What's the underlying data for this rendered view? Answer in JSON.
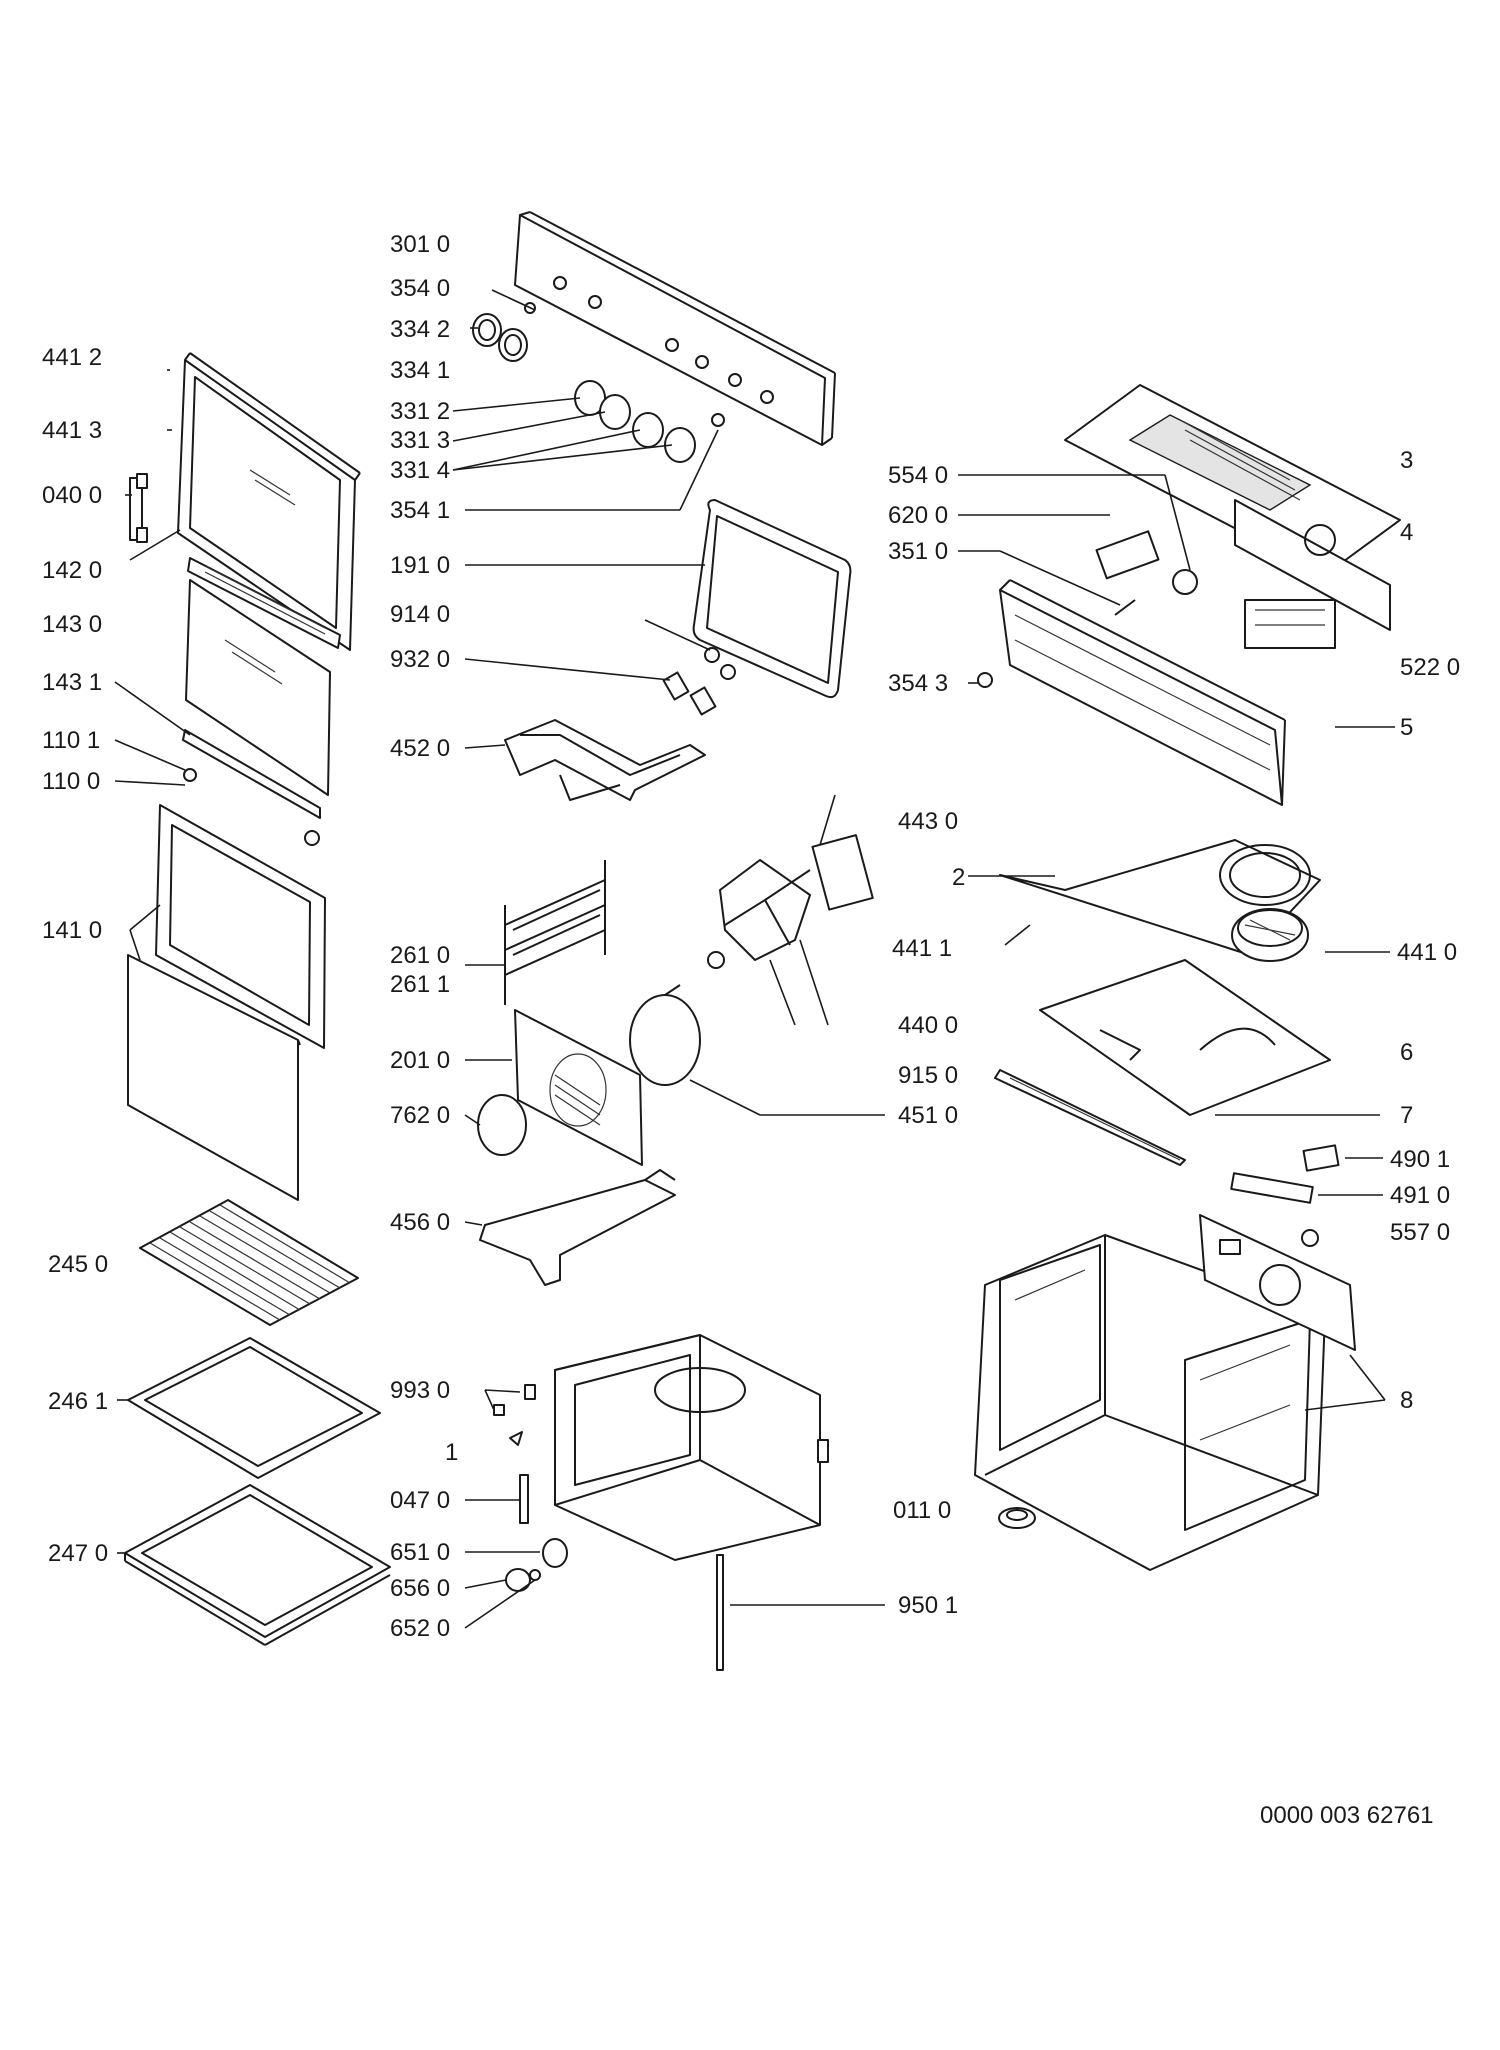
{
  "labels": {
    "l3010": "301 0",
    "l3540": "354 0",
    "l3342": "334 2",
    "l3341": "334 1",
    "l3312": "331 2",
    "l3313": "331 3",
    "l3314": "331 4",
    "l3541": "354 1",
    "l1910": "191 0",
    "l9140": "914 0",
    "l9320": "932 0",
    "l4520": "452 0",
    "l4412": "441 2",
    "l4413": "441 3",
    "l0400": "040 0",
    "l1420": "142 0",
    "l1430": "143 0",
    "l1431": "143 1",
    "l1101": "110 1",
    "l1100": "110 0",
    "l1410": "141 0",
    "l2450": "245 0",
    "l2461": "246 1",
    "l2470": "247 0",
    "l2610": "261 0",
    "l2611": "261 1",
    "l2010": "201 0",
    "l7620": "762 0",
    "l4560": "456 0",
    "l9930": "993 0",
    "l1": "1",
    "l0470": "047 0",
    "l6510": "651 0",
    "l6560": "656 0",
    "l6520": "652 0",
    "l5540": "554 0",
    "l6200": "620 0",
    "l3510": "351 0",
    "l3543": "354 3",
    "l3": "3",
    "l4": "4",
    "l5220": "522 0",
    "l5": "5",
    "l4430": "443 0",
    "l2": "2",
    "l4411": "441 1",
    "l4410": "441 0",
    "l4400": "440 0",
    "l9150": "915 0",
    "l4510": "451 0",
    "l6": "6",
    "l7": "7",
    "l4901": "490 1",
    "l4910": "491 0",
    "l5570": "557 0",
    "l8": "8",
    "l0110": "011 0",
    "l9501": "950 1"
  },
  "document_code": "0000 003 62761"
}
